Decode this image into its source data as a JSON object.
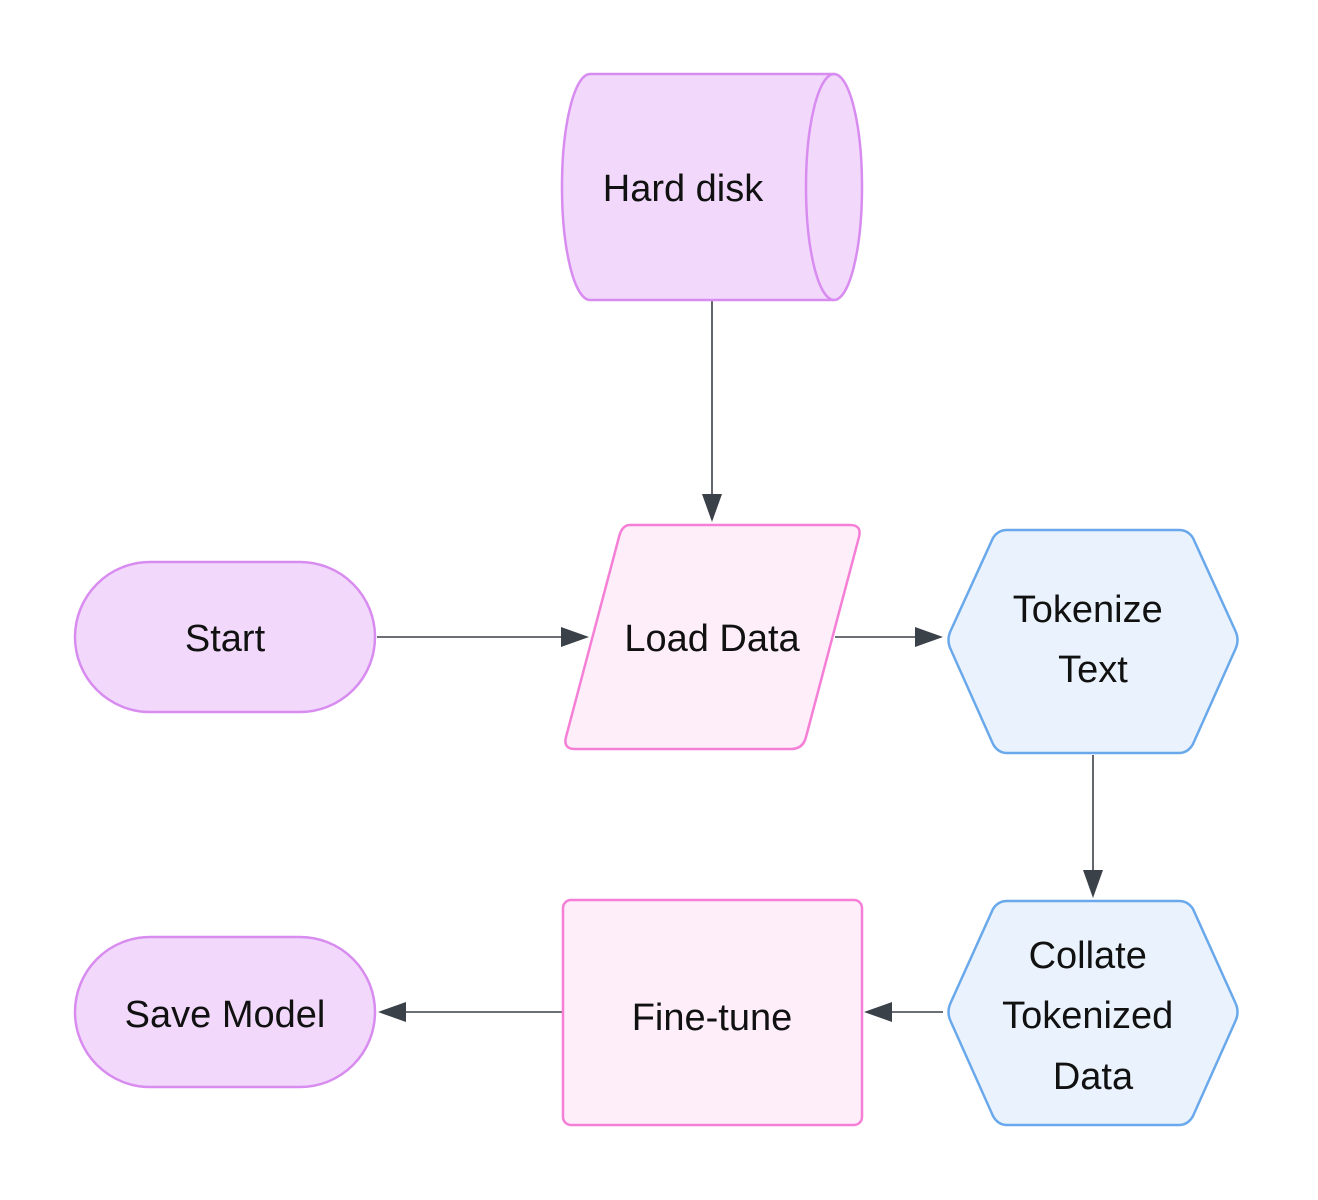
{
  "colors": {
    "terminal_fill": "#f2d9fc",
    "terminal_stroke": "#d88cf0",
    "process_fill": "#fdeefa",
    "process_stroke": "#f57fd6",
    "prep_fill": "#eaf3fd",
    "prep_stroke": "#6aa8ec",
    "edge": "#3b4149"
  },
  "nodes": {
    "hard_disk": {
      "lines": [
        "Hard disk"
      ],
      "shape": "cylinder"
    },
    "start": {
      "lines": [
        "Start"
      ],
      "shape": "stadium"
    },
    "load_data": {
      "lines": [
        "Load Data"
      ],
      "shape": "parallelogram"
    },
    "tokenize_text": {
      "lines": [
        "Tokenize",
        "Text"
      ],
      "shape": "hexagon"
    },
    "collate_tokenized_data": {
      "lines": [
        "Collate",
        "Tokenized",
        "Data"
      ],
      "shape": "hexagon"
    },
    "fine_tune": {
      "lines": [
        "Fine-tune"
      ],
      "shape": "rectangle"
    },
    "save_model": {
      "lines": [
        "Save Model"
      ],
      "shape": "stadium"
    }
  },
  "edges": [
    {
      "from": "hard_disk",
      "to": "load_data"
    },
    {
      "from": "start",
      "to": "load_data"
    },
    {
      "from": "load_data",
      "to": "tokenize_text"
    },
    {
      "from": "tokenize_text",
      "to": "collate_tokenized_data"
    },
    {
      "from": "collate_tokenized_data",
      "to": "fine_tune"
    },
    {
      "from": "fine_tune",
      "to": "save_model"
    }
  ]
}
